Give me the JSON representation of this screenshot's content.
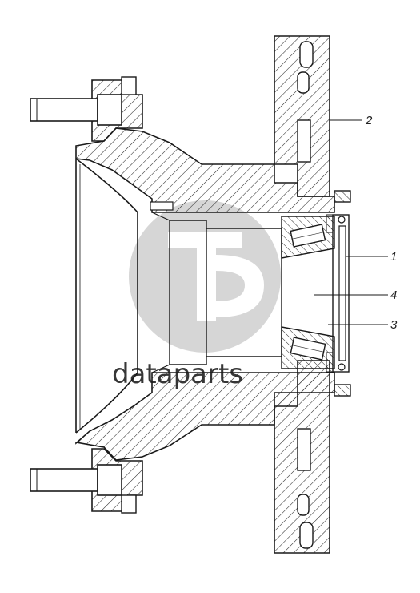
{
  "callouts": {
    "c1": "1",
    "c2": "2",
    "c3": "3",
    "c4": "4"
  },
  "watermark": {
    "text": "dataparts",
    "color": "#d2d2d2"
  },
  "colors": {
    "line": "#1a1a1a",
    "hatch": "#2a2a2a",
    "background": "#ffffff"
  }
}
